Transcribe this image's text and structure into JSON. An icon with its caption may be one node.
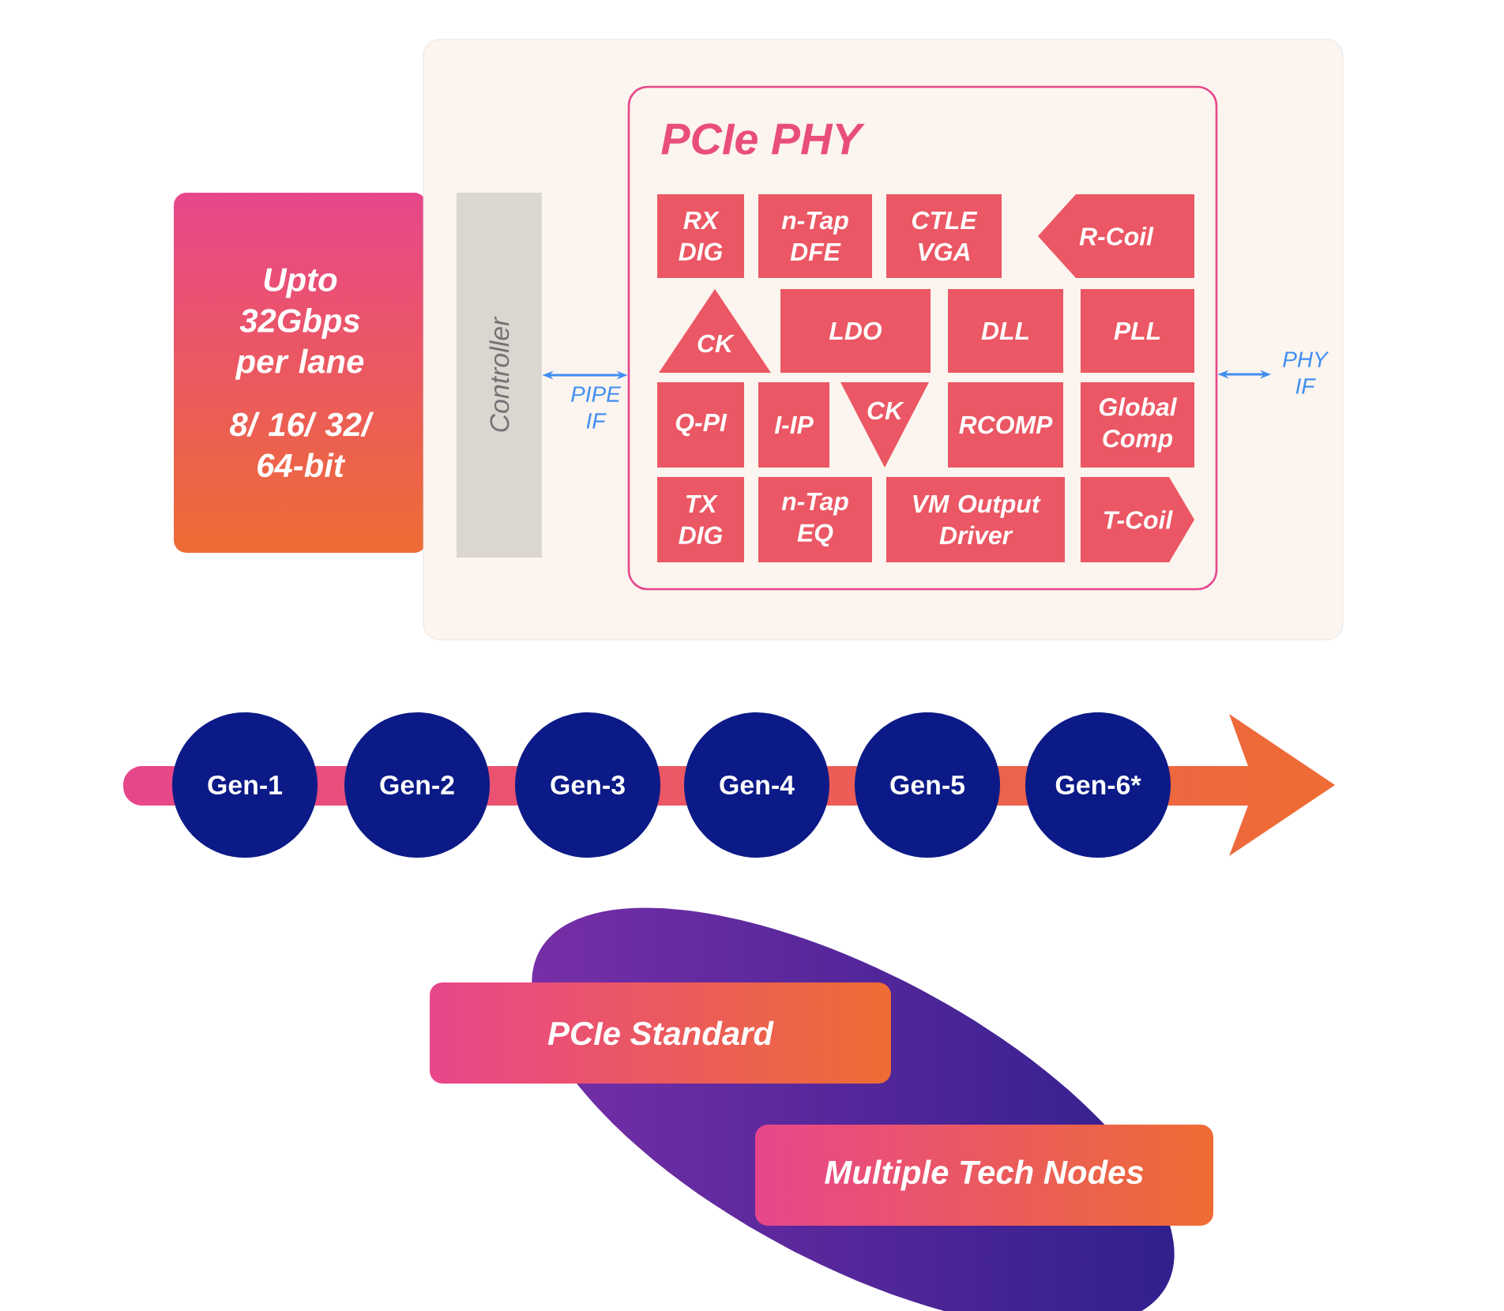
{
  "diagram": {
    "nodes": [
      {
        "text": [
          "Upto 32Gbps per lane",
          "8/ 16/ 32/ 64-bit"
        ]
      },
      {
        "text": [],
        "shape": "box"
      },
      {
        "text": [
          "Controller"
        ],
        "in": 1
      },
      {
        "text": [
          "PCIe PHY"
        ],
        "in": 1
      },
      {
        "text": [
          "RX DIG"
        ],
        "in": 3
      },
      {
        "text": [
          "n-Tap DFE"
        ],
        "in": 3
      },
      {
        "text": [
          "CTLE VGA"
        ],
        "in": 3
      },
      {
        "text": [
          "R-Coil"
        ],
        "in": 3
      },
      {
        "text": [
          "CK"
        ],
        "in": 3
      },
      {
        "text": [
          "LDO"
        ],
        "in": 3
      },
      {
        "text": [
          "DLL"
        ],
        "in": 3
      },
      {
        "text": [
          "PLL"
        ],
        "in": 3
      },
      {
        "text": [
          "Q-PI"
        ],
        "in": 3
      },
      {
        "text": [
          "I-IP"
        ],
        "in": 3
      },
      {
        "text": [
          "CK"
        ],
        "in": 3
      },
      {
        "text": [
          "RCOMP"
        ],
        "in": 3
      },
      {
        "text": [
          "Global Comp"
        ],
        "in": 3
      },
      {
        "text": [
          "TX DIG"
        ],
        "in": 3
      },
      {
        "text": [
          "n-Tap EQ"
        ],
        "in": 3
      },
      {
        "text": [
          "VM Output Driver"
        ],
        "in": 3
      },
      {
        "text": [
          "T-Coil"
        ],
        "in": 3
      },
      {
        "text": [
          "Gen-1"
        ]
      },
      {
        "text": [
          "Gen-2"
        ]
      },
      {
        "text": [
          "Gen-3"
        ]
      },
      {
        "text": [
          "Gen-4"
        ]
      },
      {
        "text": [
          "Gen-5"
        ]
      },
      {
        "text": [
          "Gen-6*"
        ]
      },
      {
        "text": [
          "PCIe Standard"
        ]
      },
      {
        "text": [
          "Multiple Tech Nodes"
        ]
      }
    ],
    "edges": [
      {
        "from": 2,
        "to": 3,
        "arrow": "both",
        "label": "PIPE IF"
      },
      {
        "from": 3,
        "to": null,
        "arrow": "both",
        "label": "PHY IF"
      }
    ]
  }
}
